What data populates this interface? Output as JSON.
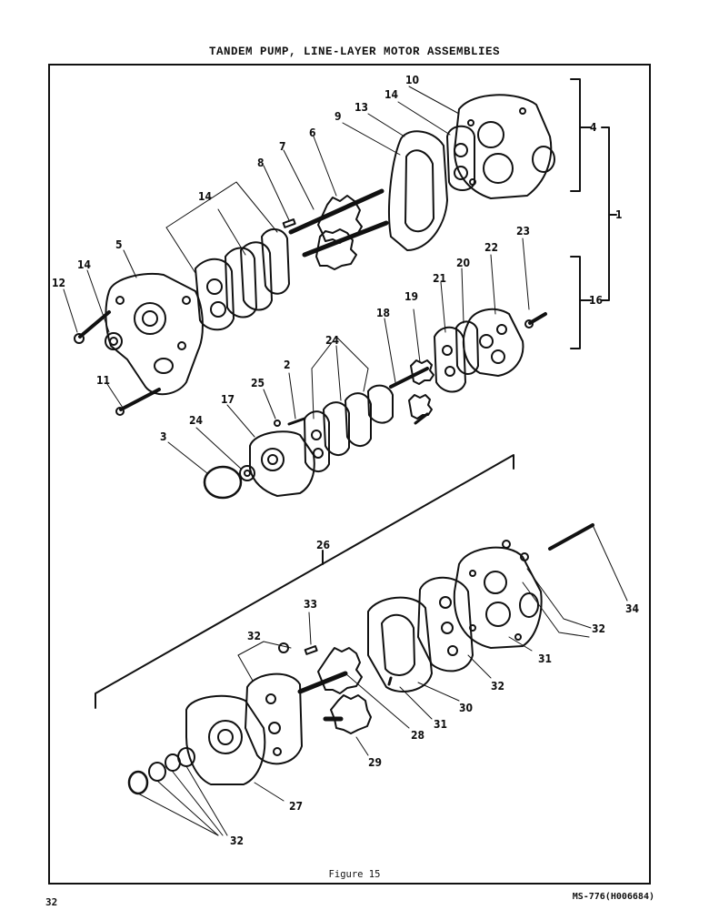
{
  "page": {
    "title": "TANDEM PUMP, LINE-LAYER MOTOR ASSEMBLIES",
    "figure_caption": "Figure 15",
    "page_number": "32",
    "document_code": "MS-776(H006684)"
  },
  "callouts": {
    "c1": "1",
    "c2": "2",
    "c3": "3",
    "c4": "4",
    "c5": "5",
    "c6": "6",
    "c7": "7",
    "c8": "8",
    "c9": "9",
    "c10": "10",
    "c11": "11",
    "c12": "12",
    "c13": "13",
    "c14a": "14",
    "c14b": "14",
    "c14c": "14",
    "c16": "16",
    "c17": "17",
    "c18": "18",
    "c19": "19",
    "c20": "20",
    "c21": "21",
    "c22": "22",
    "c23": "23",
    "c24a": "24",
    "c24b": "24",
    "c25": "25",
    "c26": "26",
    "c27": "27",
    "c28": "28",
    "c29": "29",
    "c30": "30",
    "c31a": "31",
    "c31b": "31",
    "c32a": "32",
    "c32b": "32",
    "c32c": "32",
    "c32d": "32",
    "c33": "33",
    "c34": "34"
  },
  "colors": {
    "ink": "#111111",
    "paper": "#ffffff"
  }
}
